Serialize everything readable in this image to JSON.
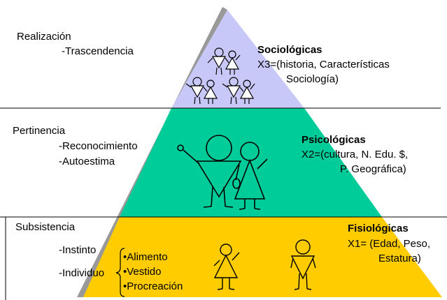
{
  "left": {
    "top": {
      "title": "Realización",
      "item": "-Trascendencia"
    },
    "middle": {
      "title": "Pertinencia",
      "items": [
        "-Reconocimiento",
        "-Autoestima"
      ]
    },
    "bottom": {
      "title": "Subsistencia",
      "group1": "-Instinto",
      "group2": "-Individuo",
      "bullets": [
        "•Alimento",
        "•Vestido",
        "•Procreación"
      ]
    }
  },
  "right": {
    "top": {
      "title": "Sociológicas",
      "line1": "X3=(historia, Características",
      "line2": "Sociología)"
    },
    "middle": {
      "title": "Psicológicas",
      "line1": "X2=(cultura, N. Edu. $,",
      "line2": "P. Geográfica)"
    },
    "bottom": {
      "title": "Fisiológicas",
      "line1": "X1= (Edad, Peso,",
      "line2": "Estatura)"
    }
  },
  "colors": {
    "top_tier": "#c8c8f8",
    "middle_tier": "#00cc99",
    "bottom_tier": "#ffcc00",
    "bevel": "#999999",
    "line": "#000000"
  }
}
